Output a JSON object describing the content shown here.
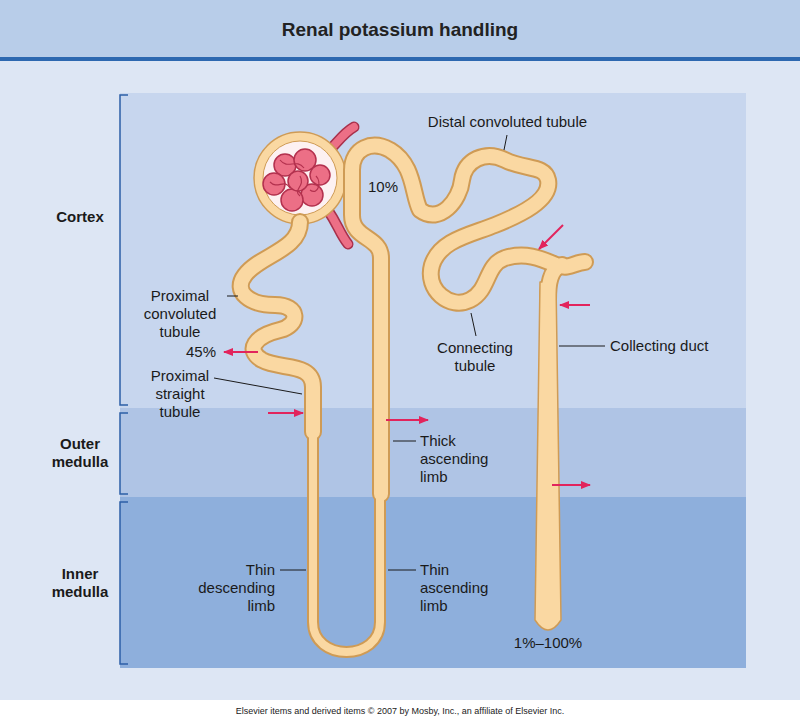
{
  "diagram": {
    "title": "Renal potassium handling",
    "caption": "Elsevier items and derived items © 2007 by Mosby, Inc., an affiliate of Elsevier Inc.",
    "labels": [
      "Cortex",
      "Distal convoluted tubule",
      "10%",
      "Proximal convoluted tubule",
      "45%",
      "Connecting tubule",
      "Collecting duct",
      "Proximal straight tubule",
      "Outer medulla",
      "Thick ascending limb",
      "Inner medulla",
      "Thin descending limb",
      "Thin ascending limb",
      "1%–100%"
    ]
  }
}
